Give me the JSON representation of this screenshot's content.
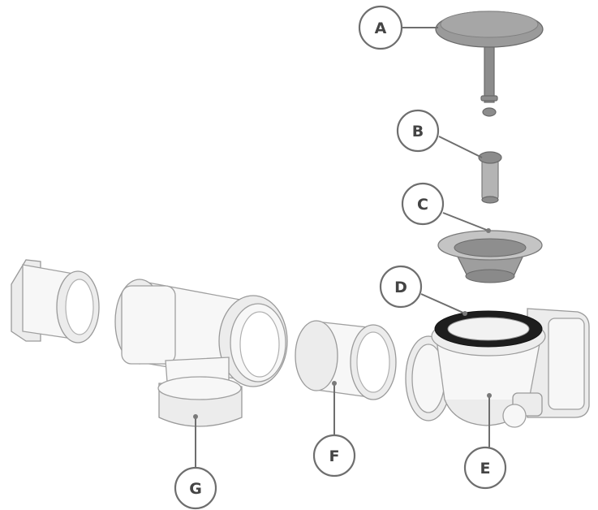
{
  "diagram": {
    "labels": [
      {
        "id": "A",
        "text": "A"
      },
      {
        "id": "B",
        "text": "B"
      },
      {
        "id": "C",
        "text": "C"
      },
      {
        "id": "D",
        "text": "D"
      },
      {
        "id": "E",
        "text": "E"
      },
      {
        "id": "F",
        "text": "F"
      },
      {
        "id": "G",
        "text": "G"
      }
    ]
  }
}
